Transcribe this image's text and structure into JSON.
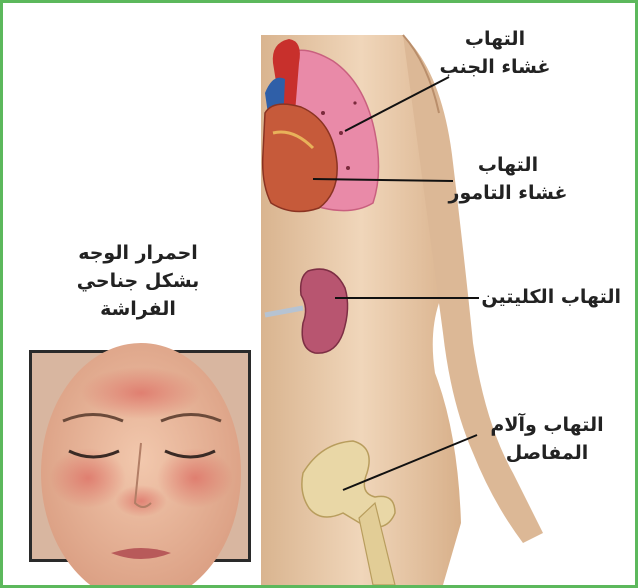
{
  "labels": {
    "pleurisy_line1": "التهاب",
    "pleurisy_line2": "غشاء الجنب",
    "pericarditis_line1": "التهاب",
    "pericarditis_line2": "غشاء التامور",
    "nephritis": "التهاب الكليتين",
    "arthritis_line1": "التهاب وآلام",
    "arthritis_line2": "المفاصل",
    "rash_line1": "احمرار الوجه",
    "rash_line2": "بشكل جناحي",
    "rash_line3": "الفراشة"
  },
  "colors": {
    "border": "#5cb85c",
    "skin": "#e8c9a8",
    "lung": "#e98aa8",
    "kidney": "#b85570",
    "bone": "#e9d7a6",
    "rash": "#d9534f"
  }
}
